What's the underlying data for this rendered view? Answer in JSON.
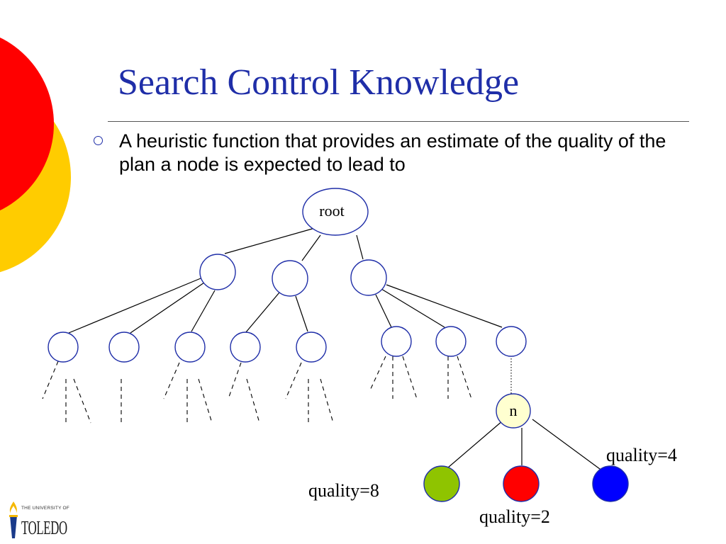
{
  "slide": {
    "title": "Search Control Knowledge",
    "bullets": [
      "A heuristic function that provides an estimate of the quality of the plan a node is expected to lead to"
    ]
  },
  "diagram": {
    "root_label": "root",
    "n_label": "n",
    "qualities": {
      "green": "quality=8",
      "red": "quality=2",
      "blue": "quality=4"
    },
    "colors": {
      "title": "#1f2ea8",
      "node_stroke": "#1f2ea8",
      "n_fill": "#ffffd0",
      "green": "#8fc400",
      "red": "#ff0000",
      "blue": "#0000ff",
      "decor_red": "#ff0000",
      "decor_yellow": "#ffcc00"
    }
  },
  "logo": {
    "line1": "THE UNIVERSITY OF",
    "line2": "TOLEDO"
  }
}
